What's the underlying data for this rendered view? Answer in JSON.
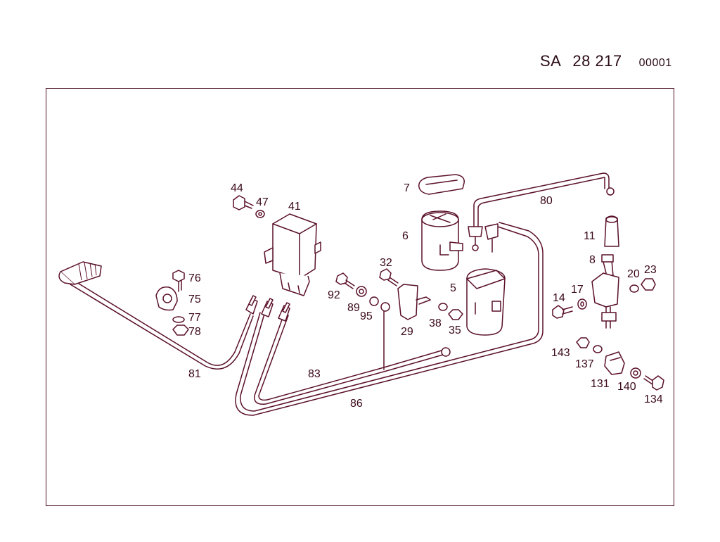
{
  "header": {
    "sa": "SA",
    "number": "28 217",
    "code": "00001"
  },
  "labels": {
    "p5": "5",
    "p6": "6",
    "p7": "7",
    "p8": "8",
    "p11": "11",
    "p14": "14",
    "p17": "17",
    "p20": "20",
    "p23": "23",
    "p29": "29",
    "p32": "32",
    "p35": "35",
    "p38": "38",
    "p41": "41",
    "p44": "44",
    "p47": "47",
    "p75": "75",
    "p76": "76",
    "p77": "77",
    "p78": "78",
    "p80": "80",
    "p81": "81",
    "p83": "83",
    "p86": "86",
    "p89": "89",
    "p92": "92",
    "p95": "95",
    "p131": "131",
    "p134": "134",
    "p137": "137",
    "p140": "140",
    "p143": "143"
  }
}
